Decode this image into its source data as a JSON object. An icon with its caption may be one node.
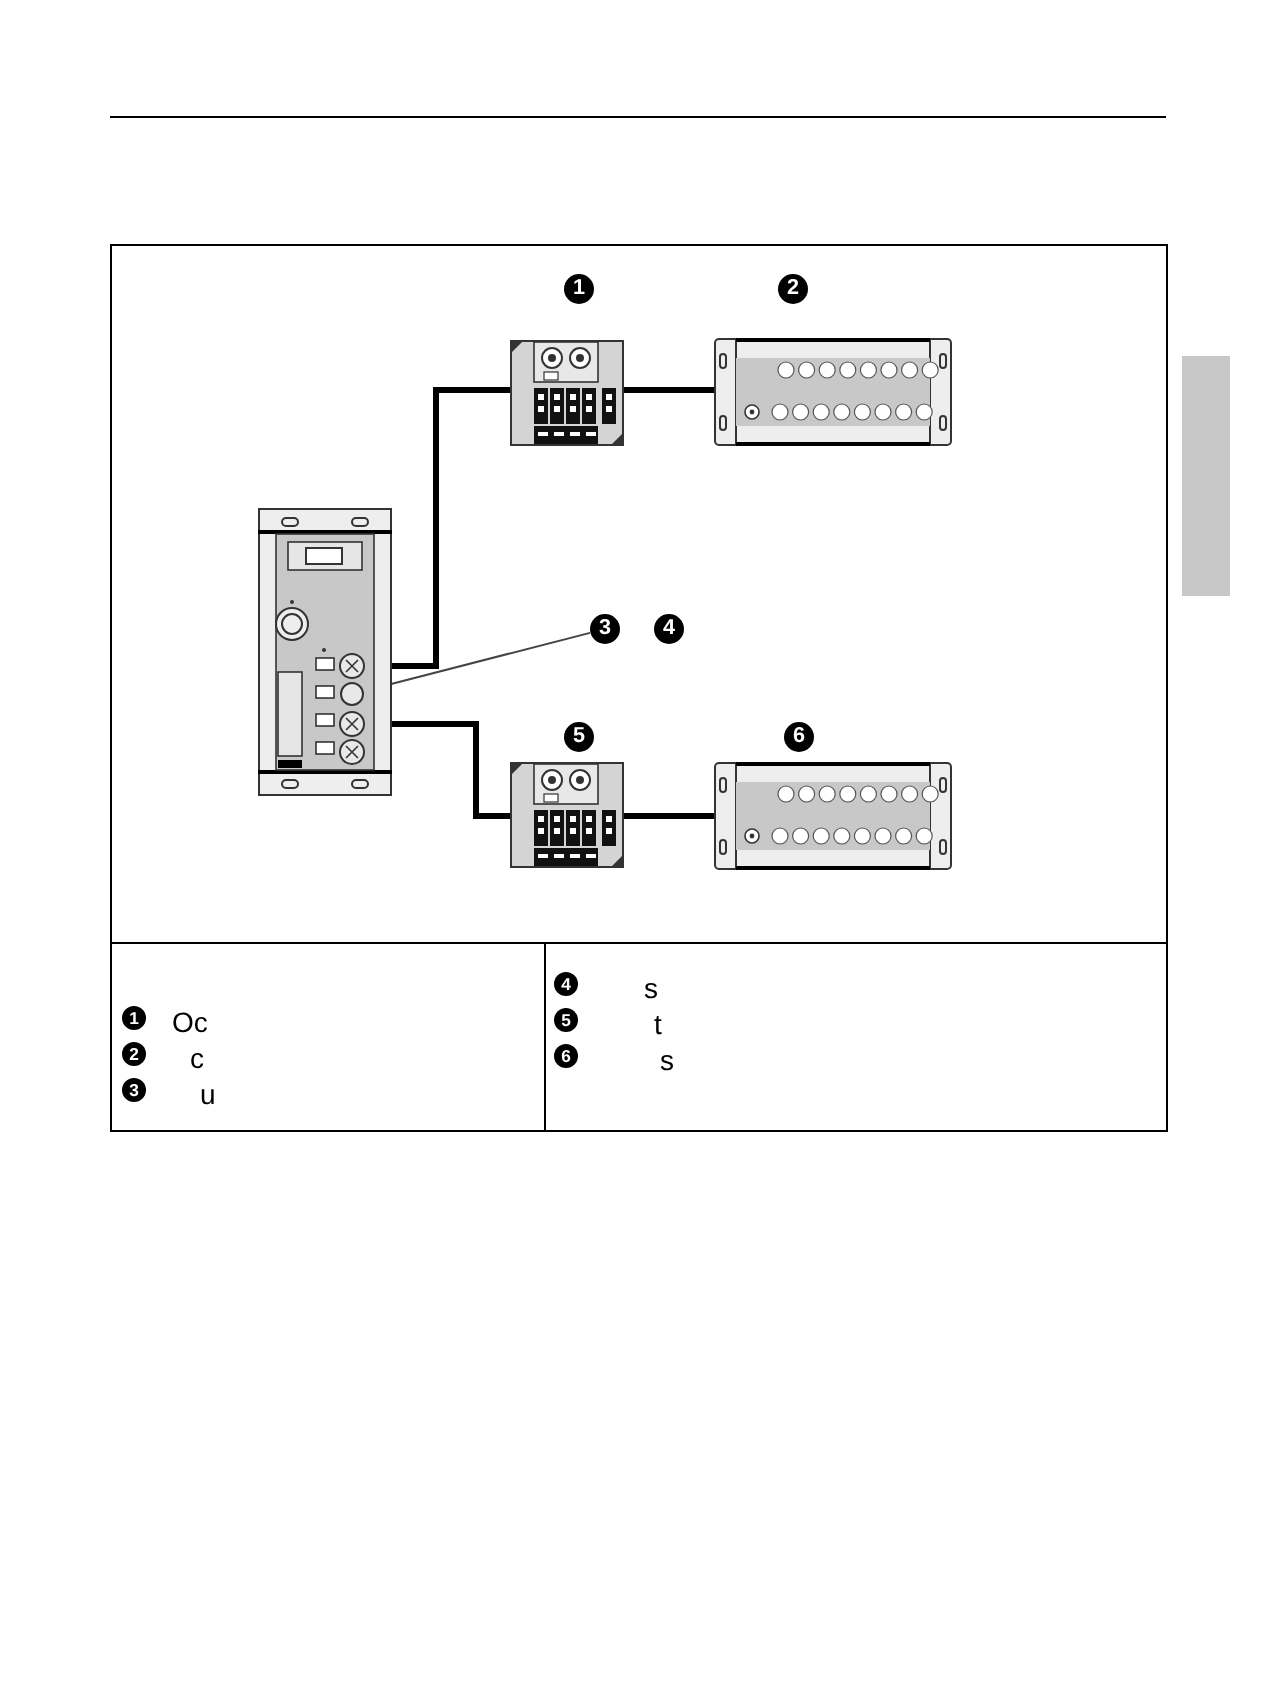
{
  "diagram": {
    "nodes": [
      {
        "text": [
          "1"
        ]
      },
      {
        "text": [
          "2"
        ]
      },
      {
        "text": [],
        "shape": "picture"
      },
      {
        "text": [],
        "shape": "picture"
      },
      {
        "text": [],
        "shape": "picture"
      },
      {
        "text": [],
        "shape": "circle",
        "in": 4
      },
      {
        "text": [
          "3"
        ]
      },
      {
        "text": [
          "4"
        ]
      },
      {
        "text": [
          "5"
        ]
      },
      {
        "text": [
          "6"
        ]
      },
      {
        "text": [],
        "shape": "picture"
      },
      {
        "text": [],
        "shape": "picture"
      },
      {
        "text": [],
        "shape": "bar"
      }
    ],
    "edges": [
      {
        "from": 4,
        "to": 2,
        "arrow": "none"
      },
      {
        "from": 2,
        "to": 3,
        "arrow": "none"
      },
      {
        "from": 6,
        "to": 5,
        "arrow": "none"
      },
      {
        "from": 4,
        "to": 10,
        "arrow": "none"
      },
      {
        "from": 10,
        "to": 11,
        "arrow": "none"
      }
    ],
    "labels": [
      "1",
      "Oc",
      "2",
      "c",
      "3",
      "u",
      "4",
      "s",
      "5",
      "t",
      "6",
      "s"
    ]
  }
}
